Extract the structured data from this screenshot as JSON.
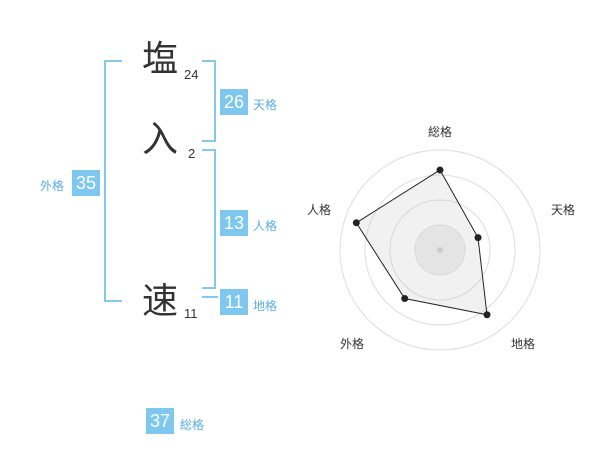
{
  "name": {
    "chars": [
      {
        "char": "塩",
        "strokes": "24"
      },
      {
        "char": "入",
        "strokes": "2"
      },
      {
        "char": "速",
        "strokes": "11"
      }
    ]
  },
  "scores": {
    "tenkaku": {
      "value": "26",
      "label": "天格"
    },
    "jinkaku": {
      "value": "13",
      "label": "人格"
    },
    "chikaku": {
      "value": "11",
      "label": "地格"
    },
    "gaikaku": {
      "value": "35",
      "label": "外格"
    },
    "soukaku": {
      "value": "37",
      "label": "総格"
    }
  },
  "colors": {
    "accent": "#7ec8f0",
    "label": "#5aaee0",
    "bracket": "#88c6ee"
  },
  "chart_data": {
    "type": "radar",
    "categories": [
      "総格",
      "天格",
      "地格",
      "外格",
      "人格"
    ],
    "values": [
      4,
      2,
      4,
      3,
      4.4
    ],
    "rmax": 5,
    "grid_levels": 4
  }
}
